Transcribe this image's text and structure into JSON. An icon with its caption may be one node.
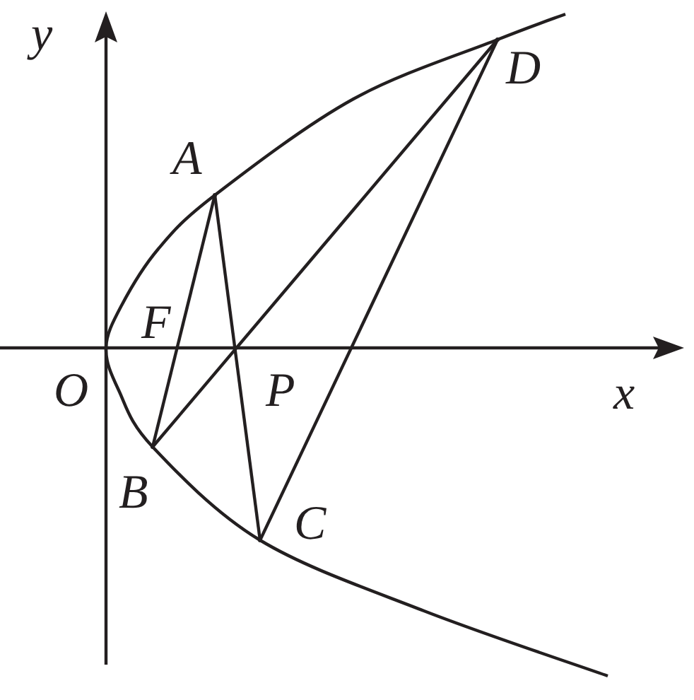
{
  "diagram": {
    "nodes": [
      {
        "text": [],
        "shape": "dot",
        "beside": [
          "A"
        ]
      },
      {
        "text": [],
        "shape": "dot",
        "beside": [
          "B"
        ]
      },
      {
        "text": [],
        "shape": "dot",
        "beside": [
          "C"
        ]
      },
      {
        "text": [],
        "shape": "dot",
        "beside": [
          "D"
        ]
      }
    ],
    "edges": [
      {
        "from": 0,
        "to": 1,
        "arrow": "none"
      },
      {
        "from": 0,
        "to": 2,
        "arrow": "none"
      },
      {
        "from": 1,
        "to": 3,
        "arrow": "none"
      },
      {
        "from": 2,
        "to": 3,
        "arrow": "none"
      }
    ],
    "labels": [
      "y",
      "F",
      "O",
      "P",
      "x"
    ]
  }
}
